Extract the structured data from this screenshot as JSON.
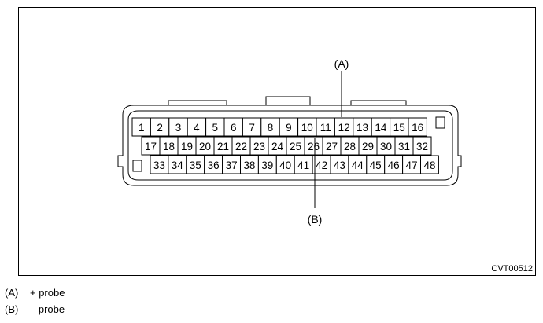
{
  "figure": {
    "code": "CVT00512",
    "connector": {
      "rows": [
        [
          "1",
          "2",
          "3",
          "4",
          "5",
          "6",
          "7",
          "8",
          "9",
          "10",
          "11",
          "12",
          "13",
          "14",
          "15",
          "16"
        ],
        [
          "17",
          "18",
          "19",
          "20",
          "21",
          "22",
          "23",
          "24",
          "25",
          "26",
          "27",
          "28",
          "29",
          "30",
          "31",
          "32"
        ],
        [
          "33",
          "34",
          "35",
          "36",
          "37",
          "38",
          "39",
          "40",
          "41",
          "42",
          "43",
          "44",
          "45",
          "46",
          "47",
          "48"
        ]
      ]
    },
    "callouts": [
      {
        "label": "(A)",
        "pin": "12"
      },
      {
        "label": "(B)",
        "pin": "26"
      }
    ]
  },
  "legend": [
    {
      "tag": "(A)",
      "text": "+ probe"
    },
    {
      "tag": "(B)",
      "text": "– probe"
    }
  ]
}
